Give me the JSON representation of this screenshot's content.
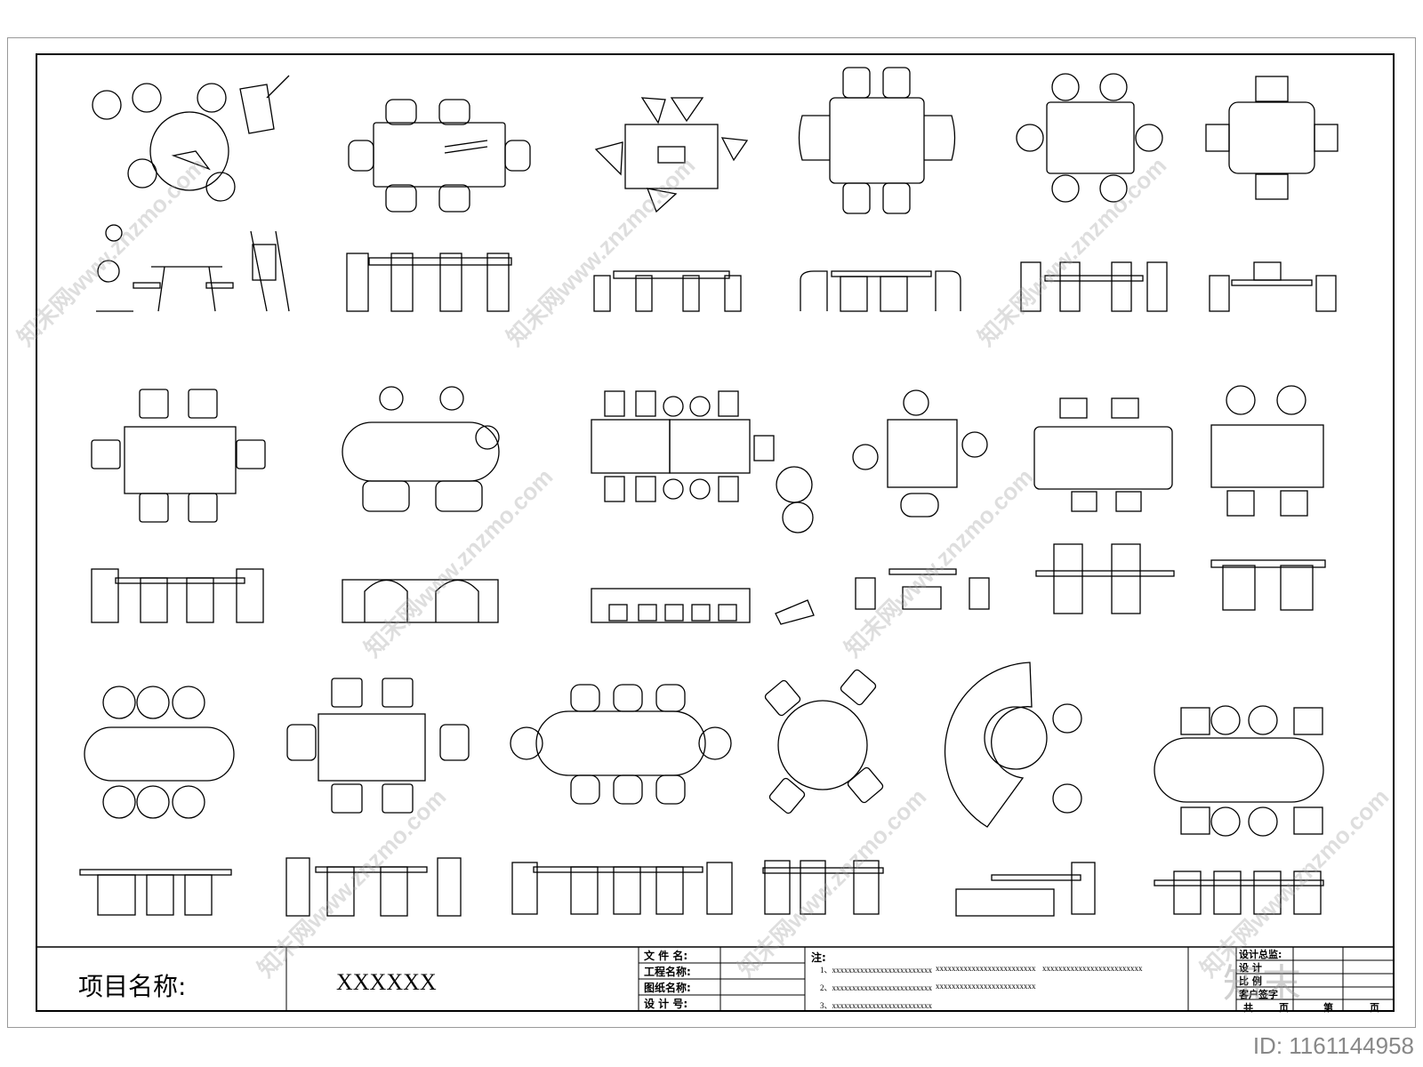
{
  "title_block": {
    "project_label": "项目名称:",
    "project_value": "XXXXXX",
    "fields": [
      "文 件 名:",
      "工程名称:",
      "图纸名称:",
      "设 计 号:"
    ],
    "note_label": "注:",
    "notes": [
      "1、xxxxxxxxxxxxxxxxxxxxxxxxx",
      "xxxxxxxxxxxxxxxxxxxxxxxxx",
      "xxxxxxxxxxxxxxxxxxxxxxxxx",
      "2、xxxxxxxxxxxxxxxxxxxxxxxxx",
      "xxxxxxxxxxxxxxxxxxxxxxxxx",
      "3、xxxxxxxxxxxxxxxxxxxxxxxxx"
    ],
    "sign_fields": [
      "设计总监:",
      "设 计",
      "比 例",
      "客户签字"
    ],
    "page_total": "共",
    "page_unit": "页",
    "page_current": "第",
    "page_unit2": "页"
  },
  "watermark": {
    "text": "知末网www.znzmo.com",
    "brand": "知末"
  },
  "image_id": "ID: 1161144958",
  "colors": {
    "line": "#000000",
    "frame": "#999999",
    "watermark": "#a0a0a0"
  }
}
